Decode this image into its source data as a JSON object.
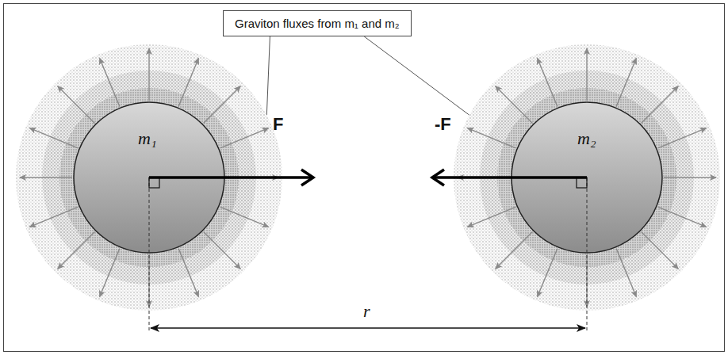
{
  "diagram": {
    "nodes": [
      {
        "text": [
          "Graviton fluxes from m₁ and m₂"
        ]
      },
      {
        "text": [
          "m₁"
        ]
      },
      {
        "text": [
          "m₂"
        ]
      }
    ],
    "edges": [
      {
        "from": 0,
        "to": 1,
        "arrow": "none"
      },
      {
        "from": 0,
        "to": 2,
        "arrow": "none"
      }
    ],
    "labels": [
      "F",
      "-F",
      "r"
    ]
  }
}
